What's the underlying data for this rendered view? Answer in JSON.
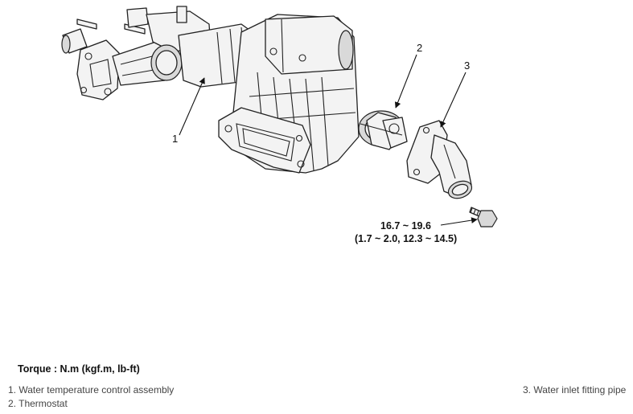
{
  "diagram": {
    "callouts": [
      "1",
      "2",
      "3"
    ],
    "torque_line1": "16.7 ~ 19.6",
    "torque_line2": "(1.7 ~ 2.0, 12.3 ~ 14.5)"
  },
  "legend": {
    "title": "Torque : N.m (kgf.m, lb-ft)",
    "items": [
      "1. Water temperature control assembly",
      "2. Thermostat",
      "3. Water inlet fitting pipe"
    ]
  }
}
